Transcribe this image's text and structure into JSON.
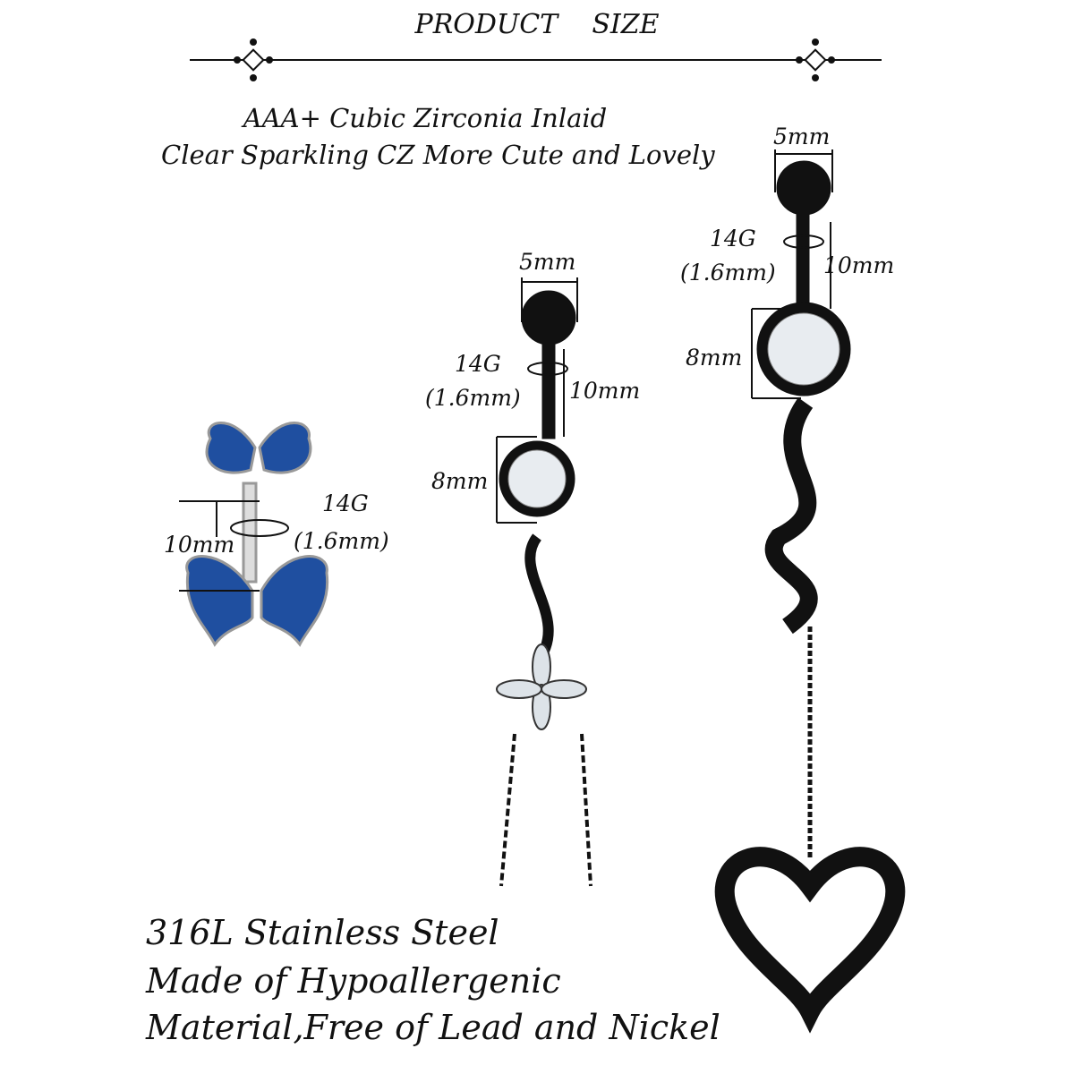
{
  "header": {
    "title": "PRODUCT    SIZE"
  },
  "tagline": [
    "AAA+ Cubic Zirconia Inlaid",
    "Clear Sparkling CZ More Cute and Lovely"
  ],
  "butterfly": {
    "gauge": "14G",
    "gauge_mm": "(1.6mm)",
    "length": "10mm"
  },
  "middle": {
    "ball": "5mm",
    "gauge": "14G",
    "gauge_mm": "(1.6mm)",
    "length": "10mm",
    "gem": "8mm"
  },
  "right": {
    "ball": "5mm",
    "gauge": "14G",
    "gauge_mm": "(1.6mm)",
    "length": "10mm",
    "gem": "8mm"
  },
  "features": [
    "316L Stainless Steel",
    "Made of Hypoallergenic",
    "Material,Free of Lead and Nickel"
  ],
  "colors": {
    "butterfly": "#1f4fa0",
    "metal_black": "#111111",
    "steel": "#c8c8c8"
  }
}
